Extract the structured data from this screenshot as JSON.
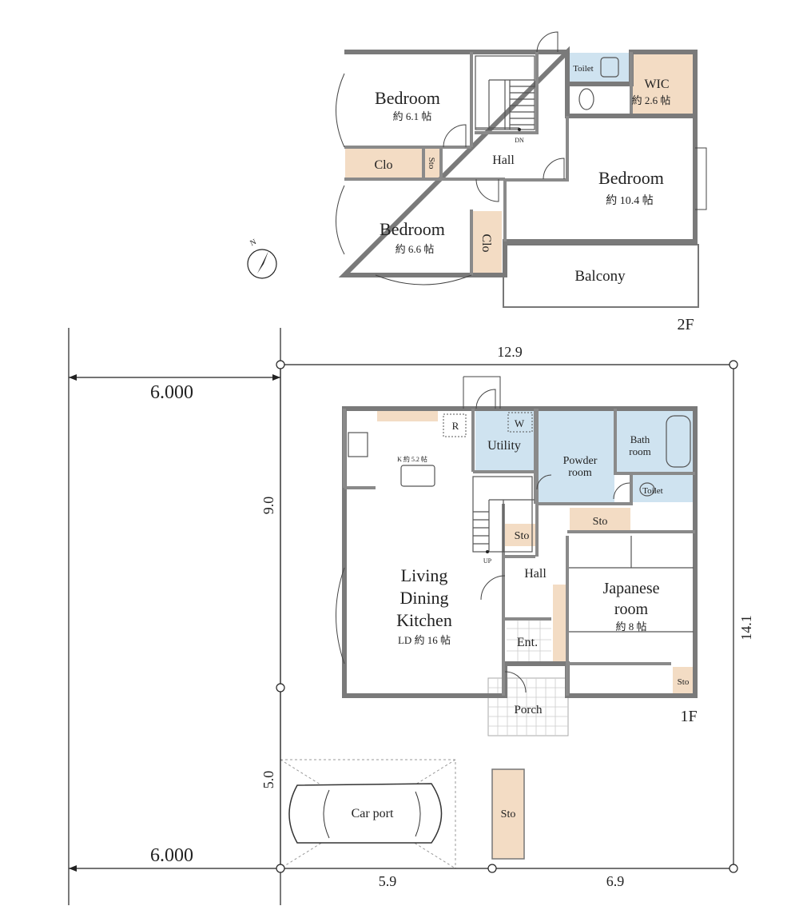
{
  "floor2": {
    "label": "2F",
    "bedroom_nw": {
      "name": "Bedroom",
      "size": "約 6.1 帖"
    },
    "bedroom_w": {
      "name": "Bedroom",
      "size": "約 6.6 帖"
    },
    "bedroom_e": {
      "name": "Bedroom",
      "size": "約 10.4 帖"
    },
    "toilet": "Toilet",
    "wic": {
      "name": "WIC",
      "size": "約 2.6 帖"
    },
    "hall": "Hall",
    "dn": "DN",
    "closet_top": "Clo",
    "closet_side": "Clo",
    "storage": "Sto",
    "balcony": "Balcony"
  },
  "floor1": {
    "label": "1F",
    "r": "R",
    "w": "W",
    "kitchen_size": "K 約 5.2 帖",
    "utility": "Utility",
    "powder_1": "Powder",
    "powder_2": "room",
    "bath_1": "Bath",
    "bath_2": "room",
    "toilet": "Toilet",
    "sto_stair": "Sto",
    "sto_upper": "Sto",
    "sto_corner": "Sto",
    "sto_yard": "Sto",
    "up": "UP",
    "hall": "Hall",
    "ldk_1": "Living",
    "ldk_2": "Dining",
    "ldk_3": "Kitchen",
    "ldk_size": "LD 約 16 帖",
    "japanese_1": "Japanese",
    "japanese_2": "room",
    "japanese_size": "約 8 帖",
    "entrance": "Ent.",
    "porch": "Porch",
    "carport": "Car port"
  },
  "dimensions": {
    "road_top": "6.000",
    "road_bottom": "6.000",
    "width_total": "12.9",
    "depth_upper": "9.0",
    "depth_lower": "5.0",
    "depth_total": "14.1",
    "bottom_left": "5.9",
    "bottom_right": "6.9"
  },
  "compass": "N",
  "colors": {
    "wall": "#7a7a7a",
    "storage_fill": "#f3dcc4",
    "wet_area_fill": "#cfe3f0"
  }
}
